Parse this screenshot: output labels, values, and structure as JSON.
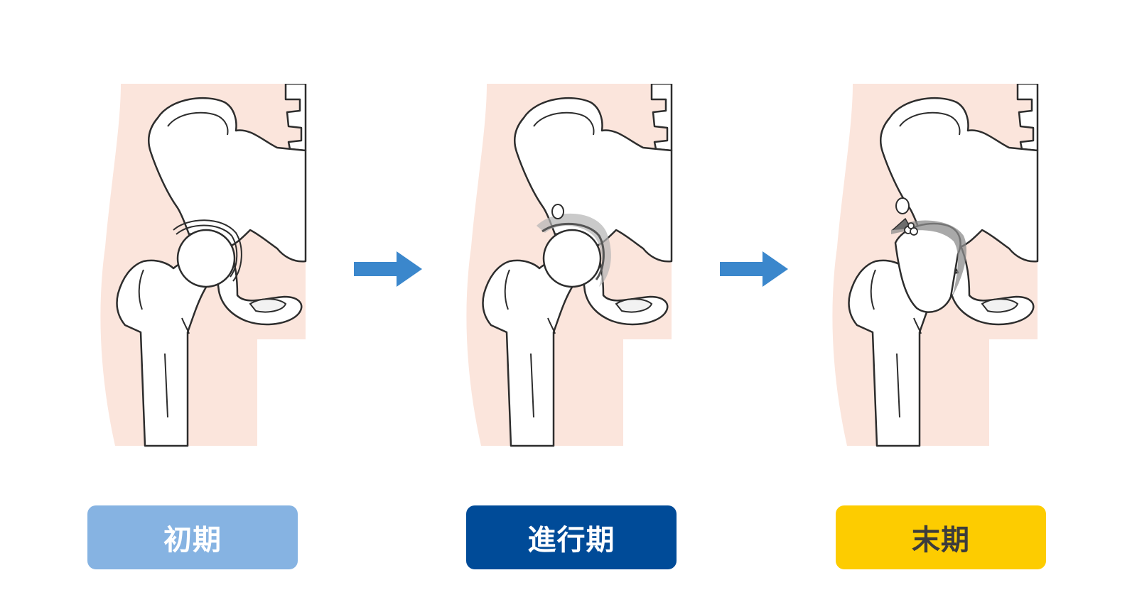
{
  "stages": [
    {
      "label": "初期",
      "bg": "#86b3e2",
      "fg": "#ffffff",
      "cartilage": "normal"
    },
    {
      "label": "進行期",
      "bg": "#004b98",
      "fg": "#ffffff",
      "cartilage": "thinning"
    },
    {
      "label": "末期",
      "bg": "#fdcc00",
      "fg": "#3c3c3c",
      "cartilage": "lost"
    }
  ],
  "colors": {
    "skin": "#fbe5dc",
    "bone_fill": "#ffffff",
    "bone_outline": "#2d2d2d",
    "cartilage_shadow": "#9a9a9a",
    "arrow": "#3b87cc"
  },
  "icons": {
    "arrow": "right-arrow-icon"
  }
}
